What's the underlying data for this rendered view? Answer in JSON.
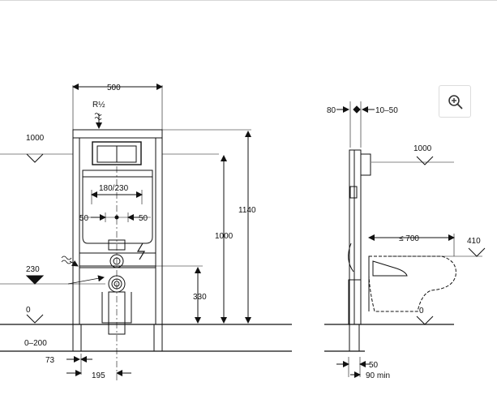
{
  "drawing": {
    "front": {
      "width": "500",
      "supply": "R½",
      "cistern_heights": "180/230",
      "left_offset": "50",
      "right_offset": "50",
      "height_total": "1140",
      "height_mid": "1000",
      "height_low": "330",
      "level_1000": "1000",
      "level_230": "230",
      "level_0": "0",
      "floor_range": "0–200",
      "foot_offset": "73",
      "drain_offset": "195"
    },
    "side": {
      "wall_gap": "80",
      "adjust": "10–50",
      "level_1000": "1000",
      "bowl_length": "≤ 700",
      "seat_height": "410",
      "level_0": "0",
      "bottom_offset": "50",
      "min_depth": "90 min"
    }
  },
  "controls": {
    "zoom_icon": "zoom-in-icon"
  }
}
